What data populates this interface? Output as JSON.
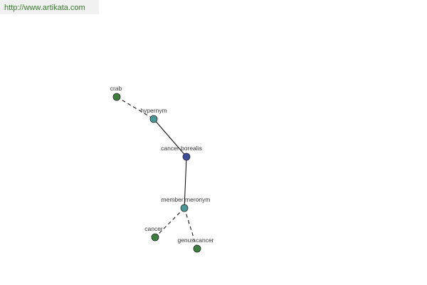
{
  "site": {
    "url": "http://www.artikata.com"
  },
  "colors": {
    "term_node": "#3d7d3d",
    "relation_node": "#4b9898",
    "center_node": "#3e4d9a"
  },
  "graph": {
    "nodes": [
      {
        "id": "crab",
        "label": "crab",
        "kind": "term"
      },
      {
        "id": "hypernym",
        "label": "hypernym",
        "kind": "relation"
      },
      {
        "id": "cancer-borealis",
        "label": "cancer borealis",
        "kind": "center"
      },
      {
        "id": "member-meronym",
        "label": "member meronym",
        "kind": "relation"
      },
      {
        "id": "cancer",
        "label": "cancer",
        "kind": "term"
      },
      {
        "id": "genus-cancer",
        "label": "genus cancer",
        "kind": "term"
      }
    ],
    "edges": [
      {
        "from": "crab",
        "to": "hypernym",
        "style": "dashed"
      },
      {
        "from": "hypernym",
        "to": "cancer-borealis",
        "style": "solid"
      },
      {
        "from": "cancer-borealis",
        "to": "member-meronym",
        "style": "solid"
      },
      {
        "from": "member-meronym",
        "to": "cancer",
        "style": "dashed"
      },
      {
        "from": "member-meronym",
        "to": "genus-cancer",
        "style": "dashed"
      }
    ]
  }
}
